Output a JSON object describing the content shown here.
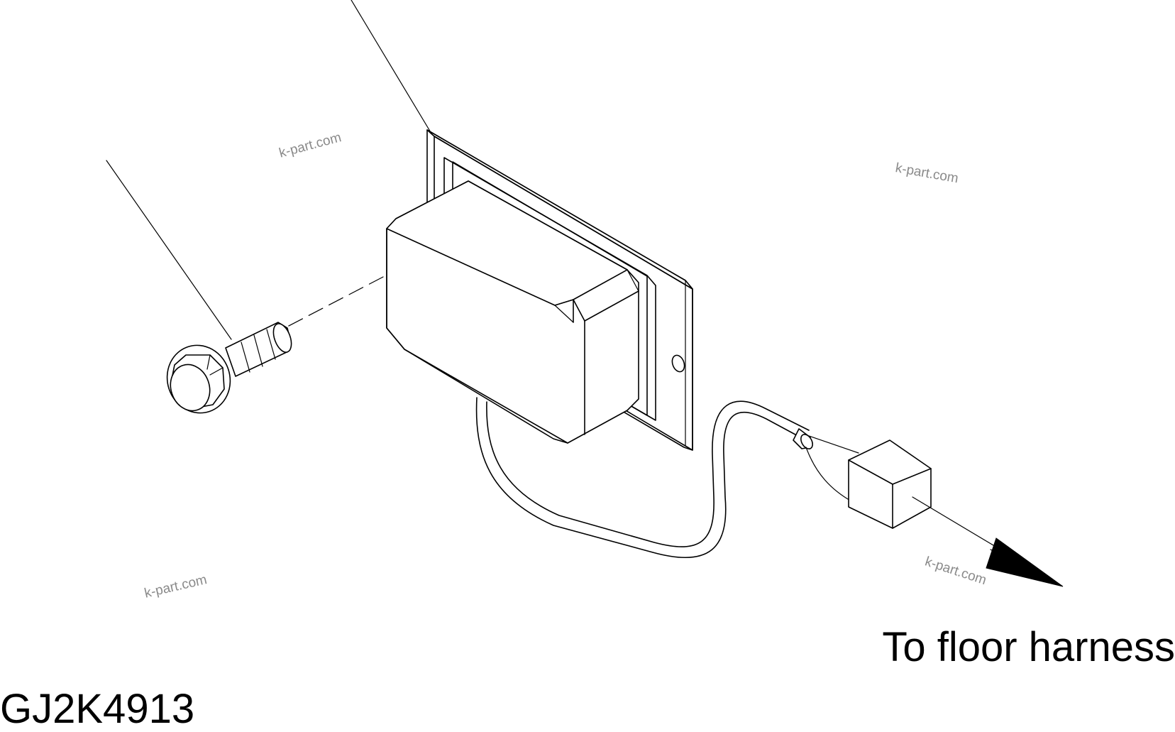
{
  "labels": {
    "harness": "To floor harness",
    "figure_id": "GJ2K4913"
  },
  "watermarks": [
    "k-part.com",
    "k-part.com",
    "k-part.com",
    "k-part.com"
  ],
  "colors": {
    "line": "#000000",
    "background": "#ffffff",
    "watermark": "#8a8a8a"
  }
}
